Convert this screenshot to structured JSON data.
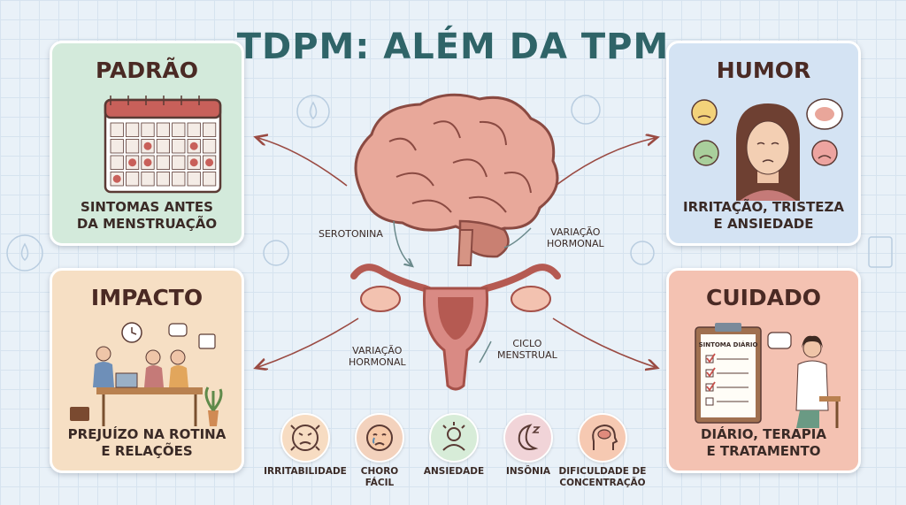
{
  "title": "TDPM: ALÉM DA TPM",
  "cards": {
    "padrao": {
      "title": "PADRÃO",
      "caption_line1": "SINTOMAS ANTES",
      "caption_line2": "DA MENSTRUAÇÃO",
      "icon": "calendar-icon"
    },
    "humor": {
      "title": "HUMOR",
      "caption_line1": "IRRITAÇÃO, TRISTEZA",
      "caption_line2": "E ANSIEDADE",
      "icon": "sad-woman-icon"
    },
    "impacto": {
      "title": "IMPACTO",
      "caption_line1": "PREJUÍZO NA ROTINA",
      "caption_line2": "E RELAÇÕES",
      "icon": "work-meeting-icon"
    },
    "cuidado": {
      "title": "CUIDADO",
      "caption_line1": "DIÁRIO, TERAPIA",
      "caption_line2": "E TRATAMENTO",
      "icon": "doctor-diary-icon",
      "diary_label": "SINTOMA DIÁRIO"
    }
  },
  "center_labels": {
    "serotonina": "SEROTONINA",
    "variacao_right_1": "VARIAÇÃO",
    "variacao_right_2": "HORMONAL",
    "variacao_left_1": "VARIAÇÃO",
    "variacao_left_2": "HORMONAL",
    "ciclo_1": "CICLO",
    "ciclo_2": "MENSTRUAL"
  },
  "symptoms": [
    {
      "line1": "IRRITABILIDADE",
      "line2": "",
      "icon": "angry-face-icon",
      "color": "#f7dcc2"
    },
    {
      "line1": "CHORO",
      "line2": "FÁCIL",
      "icon": "crying-face-icon",
      "color": "#f3d2bd"
    },
    {
      "line1": "ANSIEDADE",
      "line2": "",
      "icon": "anxious-person-icon",
      "color": "#d7ecd8"
    },
    {
      "line1": "INSÔNIA",
      "line2": "",
      "icon": "moon-sleep-icon",
      "color": "#f1d4d8"
    },
    {
      "line1": "DIFICULDADE DE",
      "line2": "CONCENTRAÇÃO",
      "icon": "brain-head-icon",
      "color": "#f6c9b2"
    }
  ],
  "colors": {
    "title": "#2f6468",
    "padrao": "#d3eadb",
    "humor": "#d4e3f3",
    "impacto": "#f6dfc4",
    "cuidado": "#f4c2b2",
    "brain": "#e8a89a",
    "uterus": "#d98a84"
  }
}
